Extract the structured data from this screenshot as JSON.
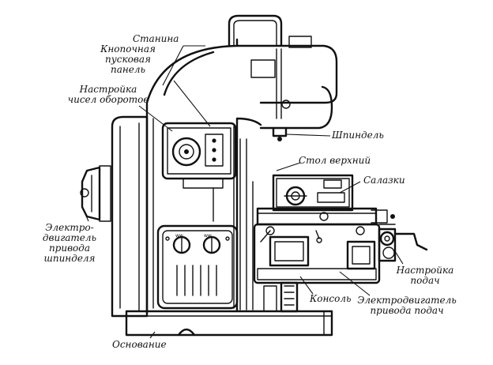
{
  "labels": {
    "stanina": "Станина",
    "button_panel": "Кнопочная\nпусковая\nпанель",
    "speed_setting": "Настройка\nчисел оборотов",
    "spindle": "Шпиндель",
    "upper_table": "Стол верхний",
    "slide": "Салазки",
    "spindle_motor": "Электро-\nдвигатель\nпривода\nшпинделя",
    "feed_setting": "Настройка\nподач",
    "console": "Консоль",
    "feed_motor": "Электродвигатель\nпривода подач",
    "base": "Основание"
  },
  "dial_marks": [
    "ww",
    "ww"
  ]
}
